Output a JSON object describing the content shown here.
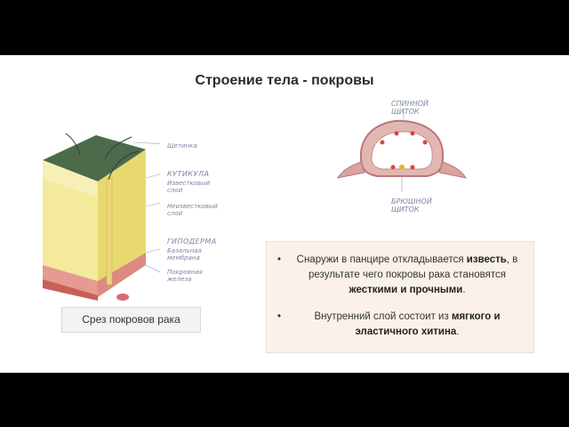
{
  "slide": {
    "title": "Строение тела - покровы",
    "caption": "Срез покровов рака"
  },
  "cube_diagram": {
    "labels": {
      "bristles": "Щетинка",
      "cuticle": "КУТИКУЛА",
      "calcareous_layer_1": "Известковый",
      "calcareous_layer_2": "слой",
      "noncalcareous_layer_1": "Неизвестковый",
      "noncalcareous_layer_2": "слой",
      "hypodermis": "ГИПОДЕРМА",
      "basal_membrane_1": "Базальная",
      "basal_membrane_2": "мембрана",
      "cutaneous_gland_1": "Покровная",
      "cutaneous_gland_2": "железа"
    }
  },
  "crab_section": {
    "labels": {
      "dorsal_1": "СПИННОЙ",
      "dorsal_2": "ЩИТОК",
      "ventral_1": "БРЮШНОЙ",
      "ventral_2": "ЩИТОК"
    }
  },
  "info_box": {
    "bullet_symbol": "•",
    "p1_a": "Снаружи в панцире откладывается",
    "p1_b": "известь",
    "p1_c": ", в результате чего покровы рака",
    "p1_d": "становятся",
    "p1_e": "жесткими и прочными",
    "p1_f": ".",
    "p2_a": "Внутренний слой состоит из",
    "p2_b": "мягкого и",
    "p2_c": "эластичного хитина",
    "p2_d": "."
  },
  "colors": {
    "top_green": "#4b6b4a",
    "yellow_front": "#f2e690",
    "yellow_side": "#e7d970",
    "pink_layer": "#e59a92",
    "red_layer": "#c86058",
    "label_blue": "#7d86a4",
    "info_bg": "#faf2ea"
  }
}
